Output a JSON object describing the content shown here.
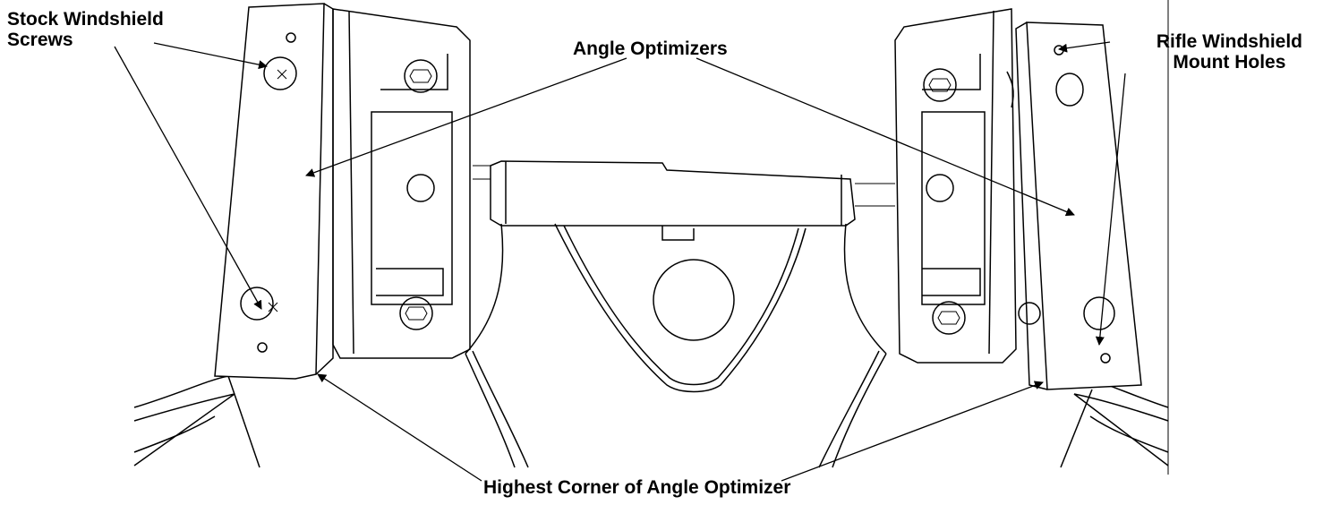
{
  "callouts": {
    "stock_screws": {
      "line1": "Stock Windshield",
      "line2": "Screws"
    },
    "angle_optimizers": "Angle Optimizers",
    "rifle_mount_holes": {
      "line1": "Rifle Windshield",
      "line2": "Mount Holes"
    },
    "highest_corner": "Highest Corner of Angle Optimizer"
  },
  "colors": {
    "line": "#000000",
    "background": "#ffffff"
  }
}
